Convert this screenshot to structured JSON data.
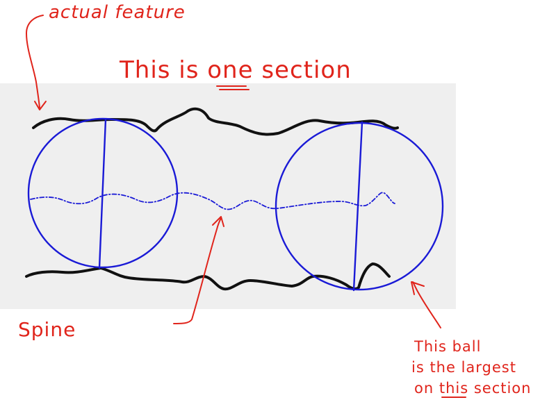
{
  "labels": {
    "actual_feature": "actual feature",
    "section_title": "This is one section",
    "spine": "Spine",
    "ball_line1": "This ball",
    "ball_line2": "is the largest",
    "ball_line3": "on this section"
  },
  "colors": {
    "section_background": "#efefef",
    "annotation": "#e0241b",
    "spine_and_balls": "#1a1ad6",
    "feature_outline": "#111111"
  }
}
